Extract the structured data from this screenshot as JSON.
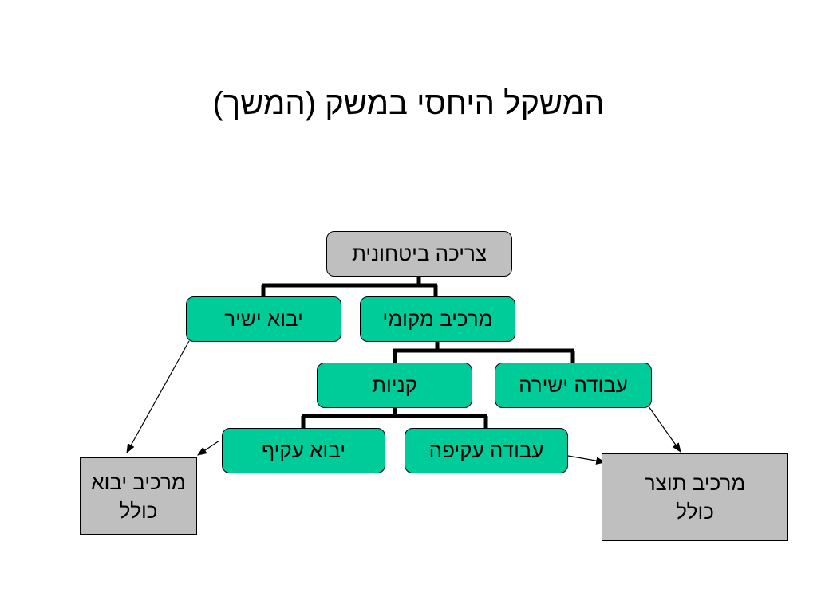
{
  "slide": {
    "title": "המשקל היחסי במשק (המשך)"
  },
  "diagram": {
    "root": "צריכה ביטחונית",
    "local_component": "מרכיב מקומי",
    "direct_import": "יבוא ישיר",
    "purchases": "קניות",
    "direct_labor": "עבודה ישירה",
    "indirect_import": "יבוא עקיף",
    "indirect_labor": "עבודה עקיפה",
    "total_import": {
      "line1": "מרכיב יבוא",
      "line2": "כולל"
    },
    "total_product": {
      "line1": "מרכיב תוצר",
      "line2": "כולל"
    }
  },
  "colors": {
    "gray_box": "#bfbfbf",
    "teal_box": "#00cc99",
    "connector": "#000000"
  }
}
